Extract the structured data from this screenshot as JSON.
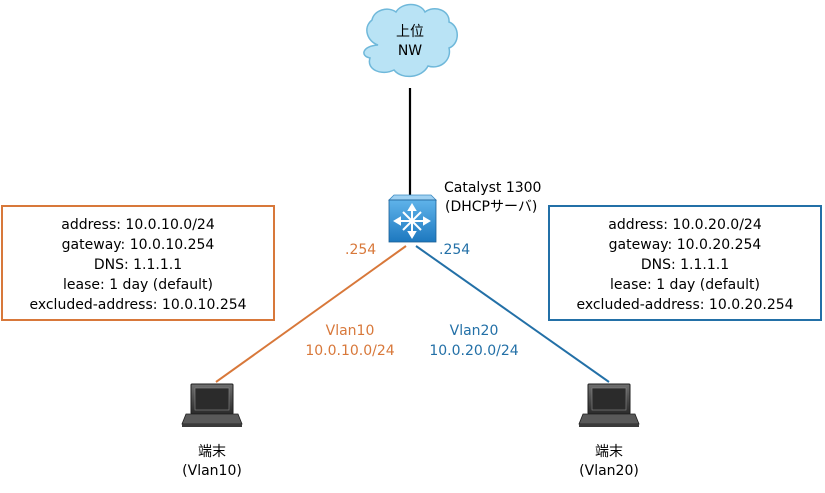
{
  "cloud": {
    "line1": "上位",
    "line2": "NW"
  },
  "switch": {
    "name": "Catalyst 1300",
    "role": "(DHCPサーバ)"
  },
  "ports": {
    "left": ".254",
    "right": ".254"
  },
  "vlan10": {
    "name": "Vlan10",
    "subnet": "10.0.10.0/24"
  },
  "vlan20": {
    "name": "Vlan20",
    "subnet": "10.0.20.0/24"
  },
  "pool_left": {
    "address": "address: 10.0.10.0/24",
    "gateway": "gateway: 10.0.10.254",
    "dns": "DNS: 1.1.1.1",
    "lease": "lease: 1 day (default)",
    "excluded": "excluded-address: 10.0.10.254"
  },
  "pool_right": {
    "address": "address: 10.0.20.0/24",
    "gateway": "gateway: 10.0.20.254",
    "dns": "DNS: 1.1.1.1",
    "lease": "lease: 1 day (default)",
    "excluded": "excluded-address: 10.0.20.254"
  },
  "terminal_left": {
    "label": "端末",
    "vlan": "(Vlan10)"
  },
  "terminal_right": {
    "label": "端末",
    "vlan": "(Vlan20)"
  },
  "colors": {
    "vlan10": "#d8783a",
    "vlan20": "#2370a7",
    "cloud": "#b9e3f5",
    "switch": "#2f8fd0"
  }
}
